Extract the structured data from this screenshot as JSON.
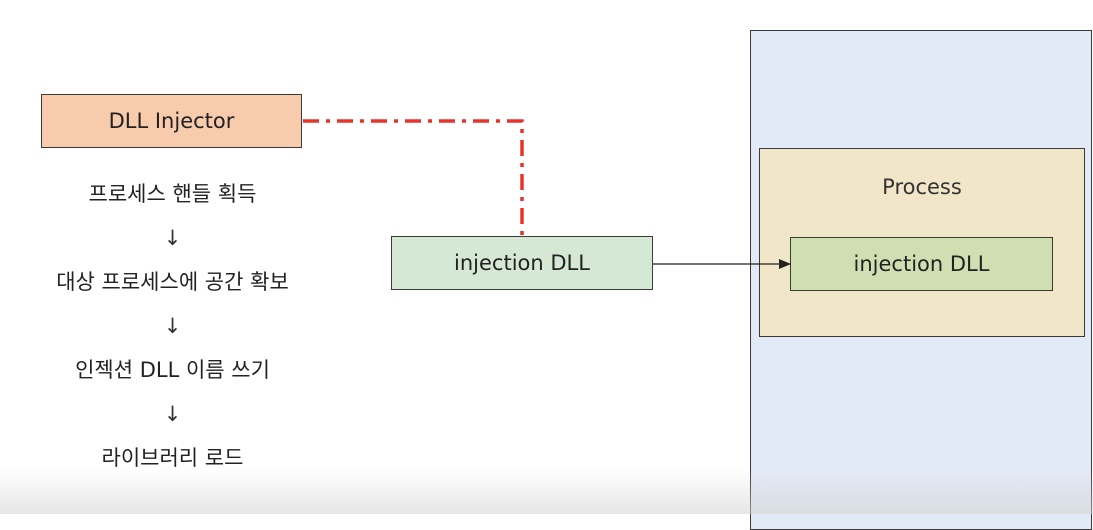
{
  "injector": {
    "label": "DLL Injector"
  },
  "steps": [
    {
      "text": "프로세스 핸들 획득"
    },
    {
      "text": "대상 프로세스에 공간 확보"
    },
    {
      "text": "인젝션 DLL 이름 쓰기"
    },
    {
      "text": "라이브러리 로드"
    }
  ],
  "step_arrow": "↓",
  "injection_dll": {
    "label": "injection DLL"
  },
  "process": {
    "label": "Process",
    "loaded_dll_label": "injection DLL"
  },
  "colors": {
    "injector_fill": "#f8cbad",
    "injection_dll_fill": "#d5e8d4",
    "memory_fill": "#e3eaf7",
    "process_fill": "#f2e6c8",
    "loaded_dll_fill": "#cfdfb2",
    "dashdot_line": "#e8332b"
  }
}
